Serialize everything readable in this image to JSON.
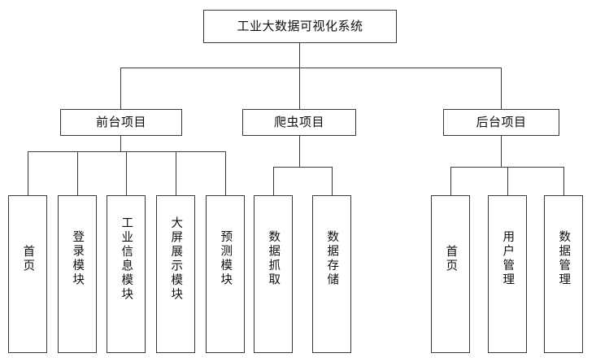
{
  "diagram": {
    "type": "tree",
    "title": "工业大数据可视化系统",
    "root": {
      "label": "工业大数据可视化系统"
    },
    "branches": [
      {
        "id": "frontend",
        "label": "前台项目",
        "children": [
          {
            "id": "frontend-home",
            "label": "首页"
          },
          {
            "id": "frontend-login",
            "label": "登录模块"
          },
          {
            "id": "frontend-industry",
            "label": "工业信息模块"
          },
          {
            "id": "frontend-bigscreen",
            "label": "大屏展示模块"
          },
          {
            "id": "frontend-forecast",
            "label": "预测模块"
          }
        ]
      },
      {
        "id": "crawler",
        "label": "爬虫项目",
        "children": [
          {
            "id": "crawler-fetch",
            "label": "数据抓取"
          },
          {
            "id": "crawler-store",
            "label": "数据存储"
          }
        ]
      },
      {
        "id": "backend",
        "label": "后台项目",
        "children": [
          {
            "id": "backend-home",
            "label": "首页"
          },
          {
            "id": "backend-user-mgr",
            "label": "用户管理"
          },
          {
            "id": "backend-data-mgr",
            "label": "数据管理"
          }
        ]
      }
    ],
    "colors": {
      "background": "#ffffff",
      "box_border": "#3a3a3a",
      "box_fill": "#ffffff",
      "text": "#10100f",
      "connector": "#3a3a3a"
    }
  }
}
